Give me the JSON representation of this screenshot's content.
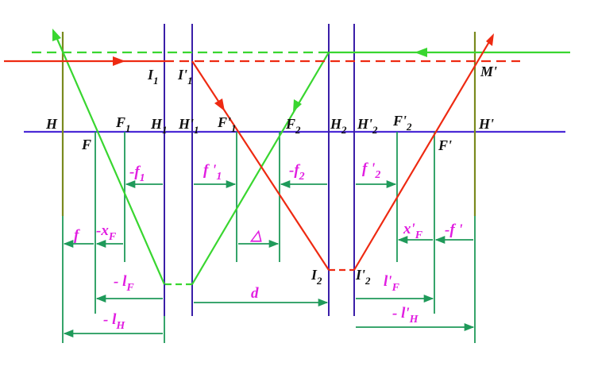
{
  "colors": {
    "optical_axis": "#4b2ad6",
    "principal_plane": "#7a8a1e",
    "lens_plane": "#3a1ea8",
    "ray_red": "#ee2a12",
    "ray_green": "#39d630",
    "dimension": "#1f9a5a",
    "label_black": "#111111",
    "label_magenta": "#e11ee1"
  },
  "points": {
    "H": "H",
    "F": "F",
    "F1": {
      "base": "F",
      "sub": "1"
    },
    "H1": {
      "base": "H",
      "sub": "1"
    },
    "H1p": {
      "base": "H'",
      "sub": "1"
    },
    "F1p": {
      "base": "F'",
      "sub": "1"
    },
    "F2": {
      "base": "F",
      "sub": "2"
    },
    "H2": {
      "base": "H",
      "sub": "2"
    },
    "H2p": {
      "base": "H'",
      "sub": "2"
    },
    "F2p": {
      "base": "F'",
      "sub": "2"
    },
    "Hp": "H'",
    "Fp": "F'",
    "I1": {
      "base": "I",
      "sub": "1"
    },
    "I1p": {
      "base": "I'",
      "sub": "1"
    },
    "I2": {
      "base": "I",
      "sub": "2"
    },
    "I2p": {
      "base": "I'",
      "sub": "2"
    },
    "Mp": "M'"
  },
  "dimensions": {
    "neg_f1": {
      "base": "-f",
      "sub": "1"
    },
    "f1p": {
      "base": "f '",
      "sub": "1"
    },
    "neg_f2": {
      "base": "-f",
      "sub": "2"
    },
    "f2p": {
      "base": "f '",
      "sub": "2"
    },
    "f": "f",
    "neg_xF": {
      "base": "-x",
      "sub": "F"
    },
    "delta": "△",
    "xpF": {
      "base": "x'",
      "sub": "F"
    },
    "neg_fp": "-f '",
    "neg_lF": {
      "base": "- l",
      "sub": "F"
    },
    "lpF": {
      "base": "l'",
      "sub": "F"
    },
    "d": "d",
    "neg_lH": {
      "base": "- l",
      "sub": "H"
    },
    "neg_lpH": {
      "base": "- l'",
      "sub": "H"
    }
  }
}
